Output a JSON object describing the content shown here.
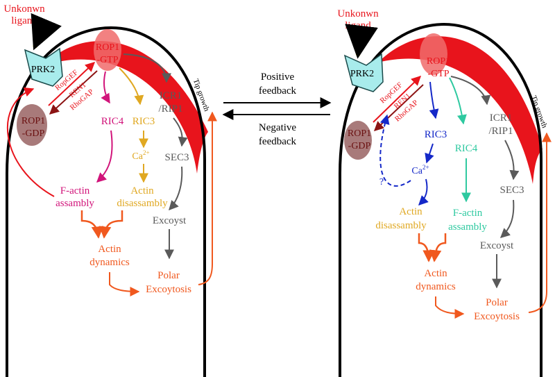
{
  "colors": {
    "red": "#e8141c",
    "pink_oval": "#f06b6b",
    "brown_oval": "#9e6b6b",
    "maroon": "#8c1414",
    "magenta": "#d1147a",
    "gold": "#e0a822",
    "gray": "#5a5a5a",
    "orange": "#f0581e",
    "blue": "#1428c8",
    "teal": "#2ec9a0",
    "cyan_receptor": "#a8ecec",
    "yellow_arrow": "#f2ea14",
    "black": "#000000"
  },
  "center": {
    "positive_feedback": [
      "Positive",
      "feedback"
    ],
    "negative_feedback": [
      "Negative",
      "feedback"
    ]
  },
  "left": {
    "ligand": [
      "Unkonwn",
      "ligand"
    ],
    "prk2": "PRK2",
    "rop1_gtp": [
      "ROP1",
      "-GTP"
    ],
    "rop1_gdp": [
      "ROP1",
      "-GDP"
    ],
    "ropgef": "RopGEF",
    "ren1_rhogap": [
      "REN1",
      "RhoGAP"
    ],
    "icr1_rip1": [
      "ICR1",
      "/RIP1"
    ],
    "tip_growth": "Tip growth",
    "ric4": "RIC4",
    "ric3": "RIC3",
    "ca": "Ca",
    "ca_sup": "2+",
    "sec3": "SEC3",
    "factin": [
      "F-actin",
      "assambly"
    ],
    "actin_dis": [
      "Actin",
      "disassambly"
    ],
    "exocyst": "Excoyst",
    "actin_dyn": [
      "Actin",
      "dynamics"
    ],
    "polar": [
      "Polar",
      "Excoytosis"
    ]
  },
  "right": {
    "ligand": [
      "Unkonwn",
      "ligand"
    ],
    "prk2": "PRK2",
    "rop1_gtp": [
      "ROP1",
      "-GTP"
    ],
    "rop1_gdp": [
      "ROP1",
      "-GDP"
    ],
    "ropgef": "RopGEF",
    "ren1_rhogap": [
      "REN1",
      "RhoGAP"
    ],
    "icr1_rip1": [
      "ICR1",
      "/RIP1"
    ],
    "tip_growth": "Tip growth",
    "ric3": "RIC3",
    "ric4": "RIC4",
    "ca": "Ca",
    "ca_sup": "2+",
    "question": "?",
    "sec3": "SEC3",
    "actin_dis": [
      "Actin",
      "disassambly"
    ],
    "factin": [
      "F-actin",
      "assambly"
    ],
    "exocyst": "Excoyst",
    "actin_dyn": [
      "Actin",
      "dynamics"
    ],
    "polar": [
      "Polar",
      "Excoytosis"
    ]
  }
}
